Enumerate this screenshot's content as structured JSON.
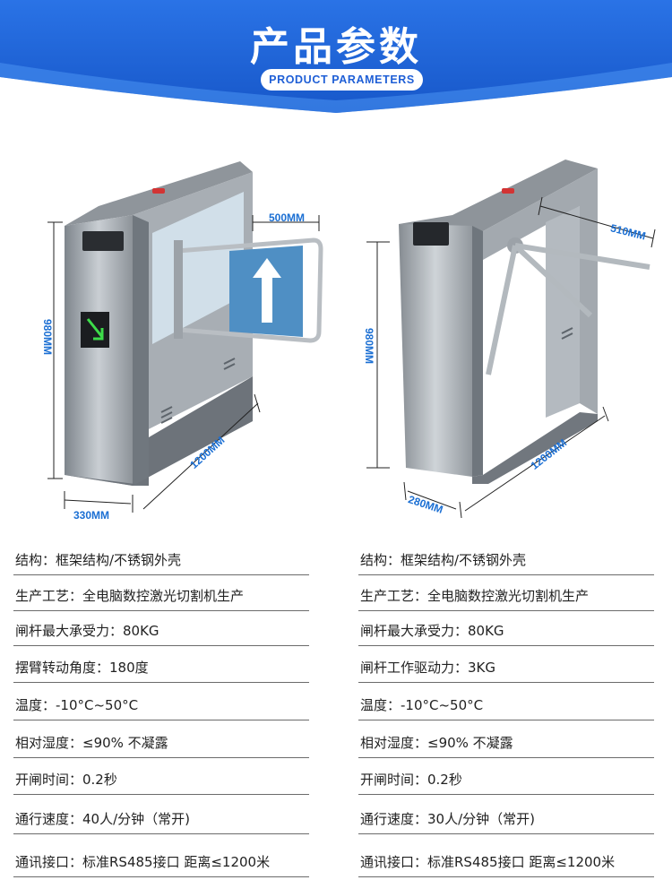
{
  "header": {
    "title": "产品参数",
    "subtitle": "PRODUCT PARAMETERS"
  },
  "products": [
    {
      "dimensions": {
        "height": "980MM",
        "length": "1200MM",
        "width": "330MM",
        "arm": "500MM"
      },
      "specs": [
        "结构：框架结构/不锈钢外壳",
        "生产工艺：全电脑数控激光切割机生产",
        "闸杆最大承受力：80KG",
        "摆臂转动角度：180度",
        "温度：-10°C~50°C",
        "相对湿度：≤90%   不凝露",
        "开闸时间：0.2秒",
        "通行速度：40人/分钟（常开)",
        "通讯接口：标准RS485接口 距离≤1200米"
      ]
    },
    {
      "dimensions": {
        "height": "980MM",
        "length": "1200MM",
        "width": "280MM",
        "arm": "510MM"
      },
      "specs": [
        "结构：框架结构/不锈钢外壳",
        "生产工艺：全电脑数控激光切割机生产",
        "闸杆最大承受力：80KG",
        "闸杆工作驱动力：3KG",
        "温度：-10°C~50°C",
        "相对湿度：≤90%   不凝露",
        "开闸时间：0.2秒",
        "通行速度：30人/分钟（常开)",
        "通讯接口：标准RS485接口 距离≤1200米"
      ]
    }
  ],
  "colors": {
    "banner": "#1f63d8",
    "banner_light": "#3d86ee",
    "dimension": "#1b6fd3",
    "steel": "#9aa0a6"
  }
}
